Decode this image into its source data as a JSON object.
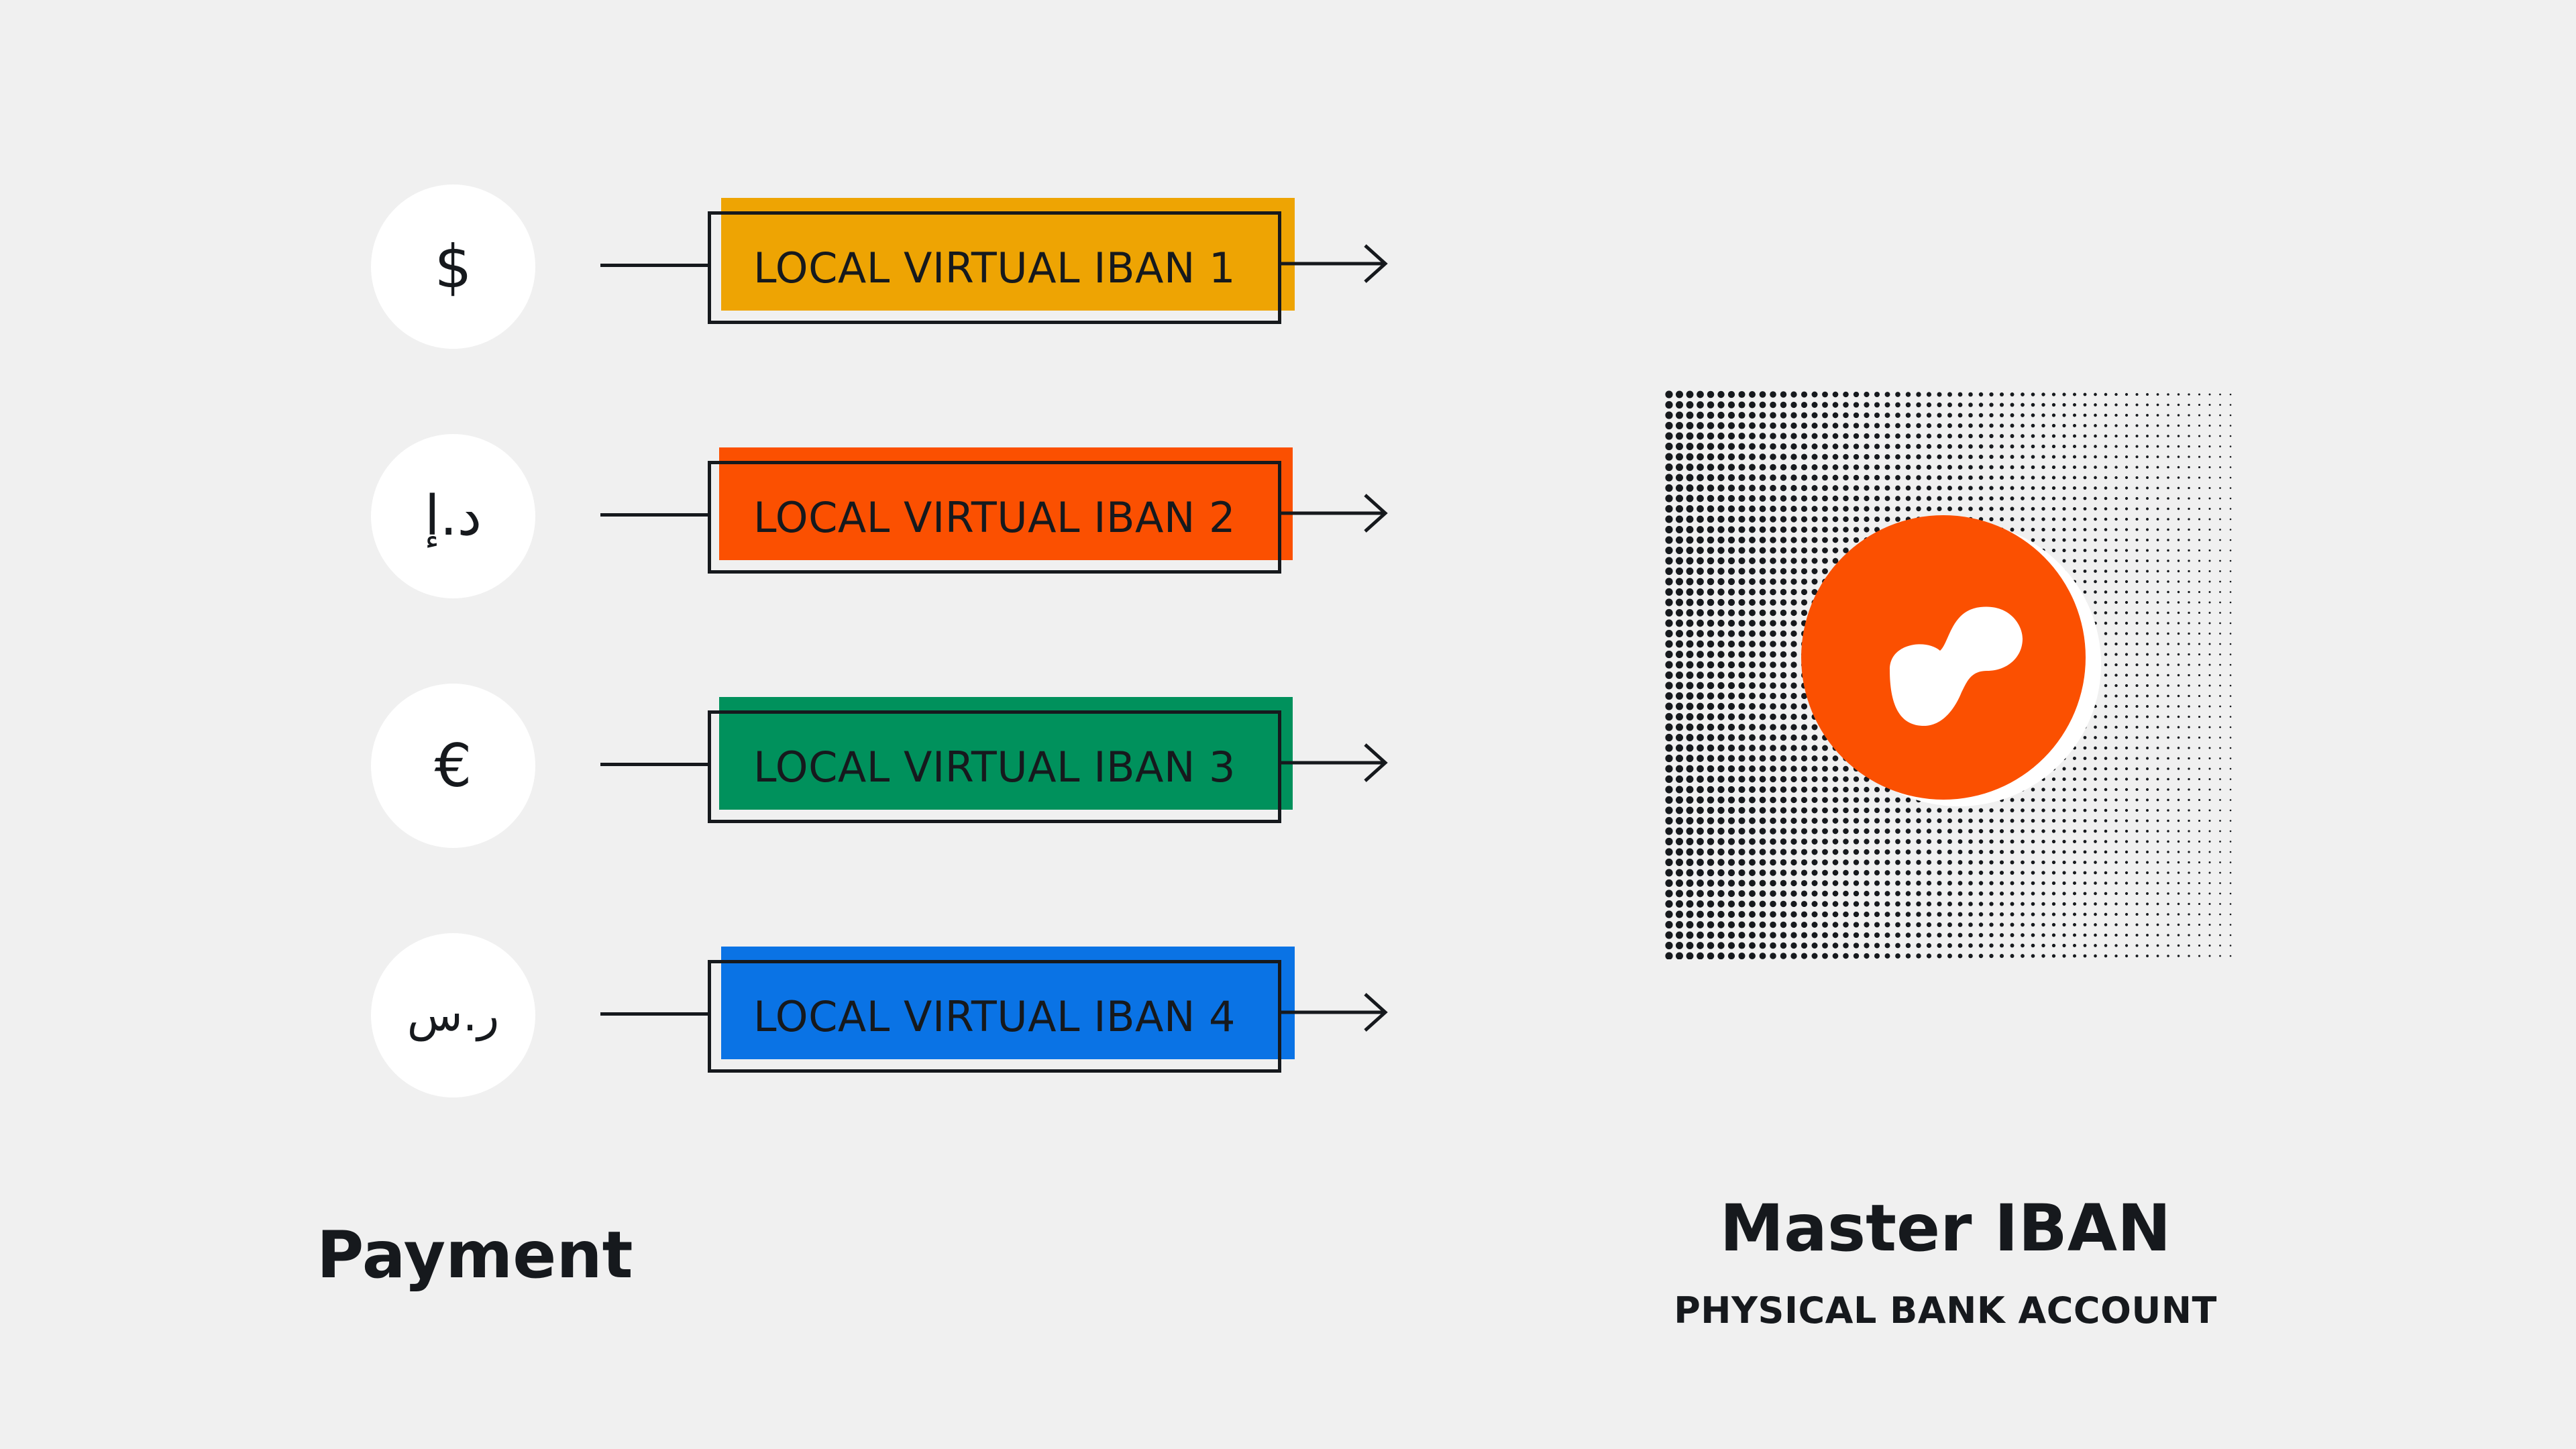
{
  "rows": [
    {
      "symbol": "$",
      "symbol_icon": "dollar-sign-icon",
      "label": "LOCAL VIRTUAL IBAN 1",
      "color": "#eea403"
    },
    {
      "symbol": "د.إ",
      "symbol_icon": "dirham-sign-icon",
      "label": "LOCAL VIRTUAL IBAN 2",
      "color": "#fb5001"
    },
    {
      "symbol": "€",
      "symbol_icon": "euro-sign-icon",
      "label": "LOCAL VIRTUAL IBAN 3",
      "color": "#00915c"
    },
    {
      "symbol": "ر.س",
      "symbol_icon": "riyal-sign-icon",
      "label": "LOCAL VIRTUAL IBAN 4",
      "color": "#0a73e5"
    }
  ],
  "payment": {
    "label": "Payment"
  },
  "master": {
    "title": "Master IBAN",
    "subtitle": "PHYSICAL BANK ACCOUNT",
    "logo_icon": "infinity-logo-icon",
    "logo_color": "#fb5001",
    "pattern": "halftone-dot-pattern"
  },
  "colors": {
    "background": "#f0f0f0",
    "ink": "#16191d",
    "circle": "#ffffff"
  }
}
